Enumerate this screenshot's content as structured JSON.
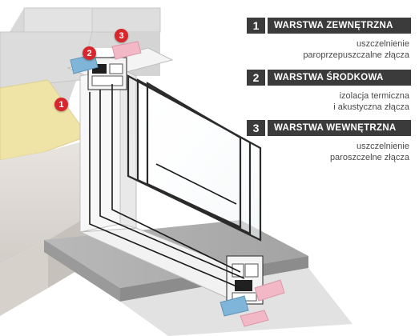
{
  "legend": [
    {
      "number": "1",
      "title": "WARSTWA ZEWNĘTRZNA",
      "desc_line1": "uszczelnienie",
      "desc_line2": "paroprzepuszczalne złącza"
    },
    {
      "number": "2",
      "title": "WARSTWA ŚRODKOWA",
      "desc_line1": "izolacja termiczna",
      "desc_line2": "i akustyczna złącza"
    },
    {
      "number": "3",
      "title": "WARSTWA WEWNĘTRZNA",
      "desc_line1": "uszczelnienie",
      "desc_line2": "paroszczelne złącza"
    }
  ],
  "markers": {
    "m1": "1",
    "m2": "2",
    "m3": "3"
  },
  "colors": {
    "marker_red": "#d8262d",
    "legend_bar": "#3b3b3b",
    "seal_blue": "#7fb5d8",
    "seal_pink": "#f2b8c6",
    "insulation_yellow": "#efe3a6",
    "wall_grey": "#d6d6d6",
    "frame_white": "#f7f7f7"
  }
}
